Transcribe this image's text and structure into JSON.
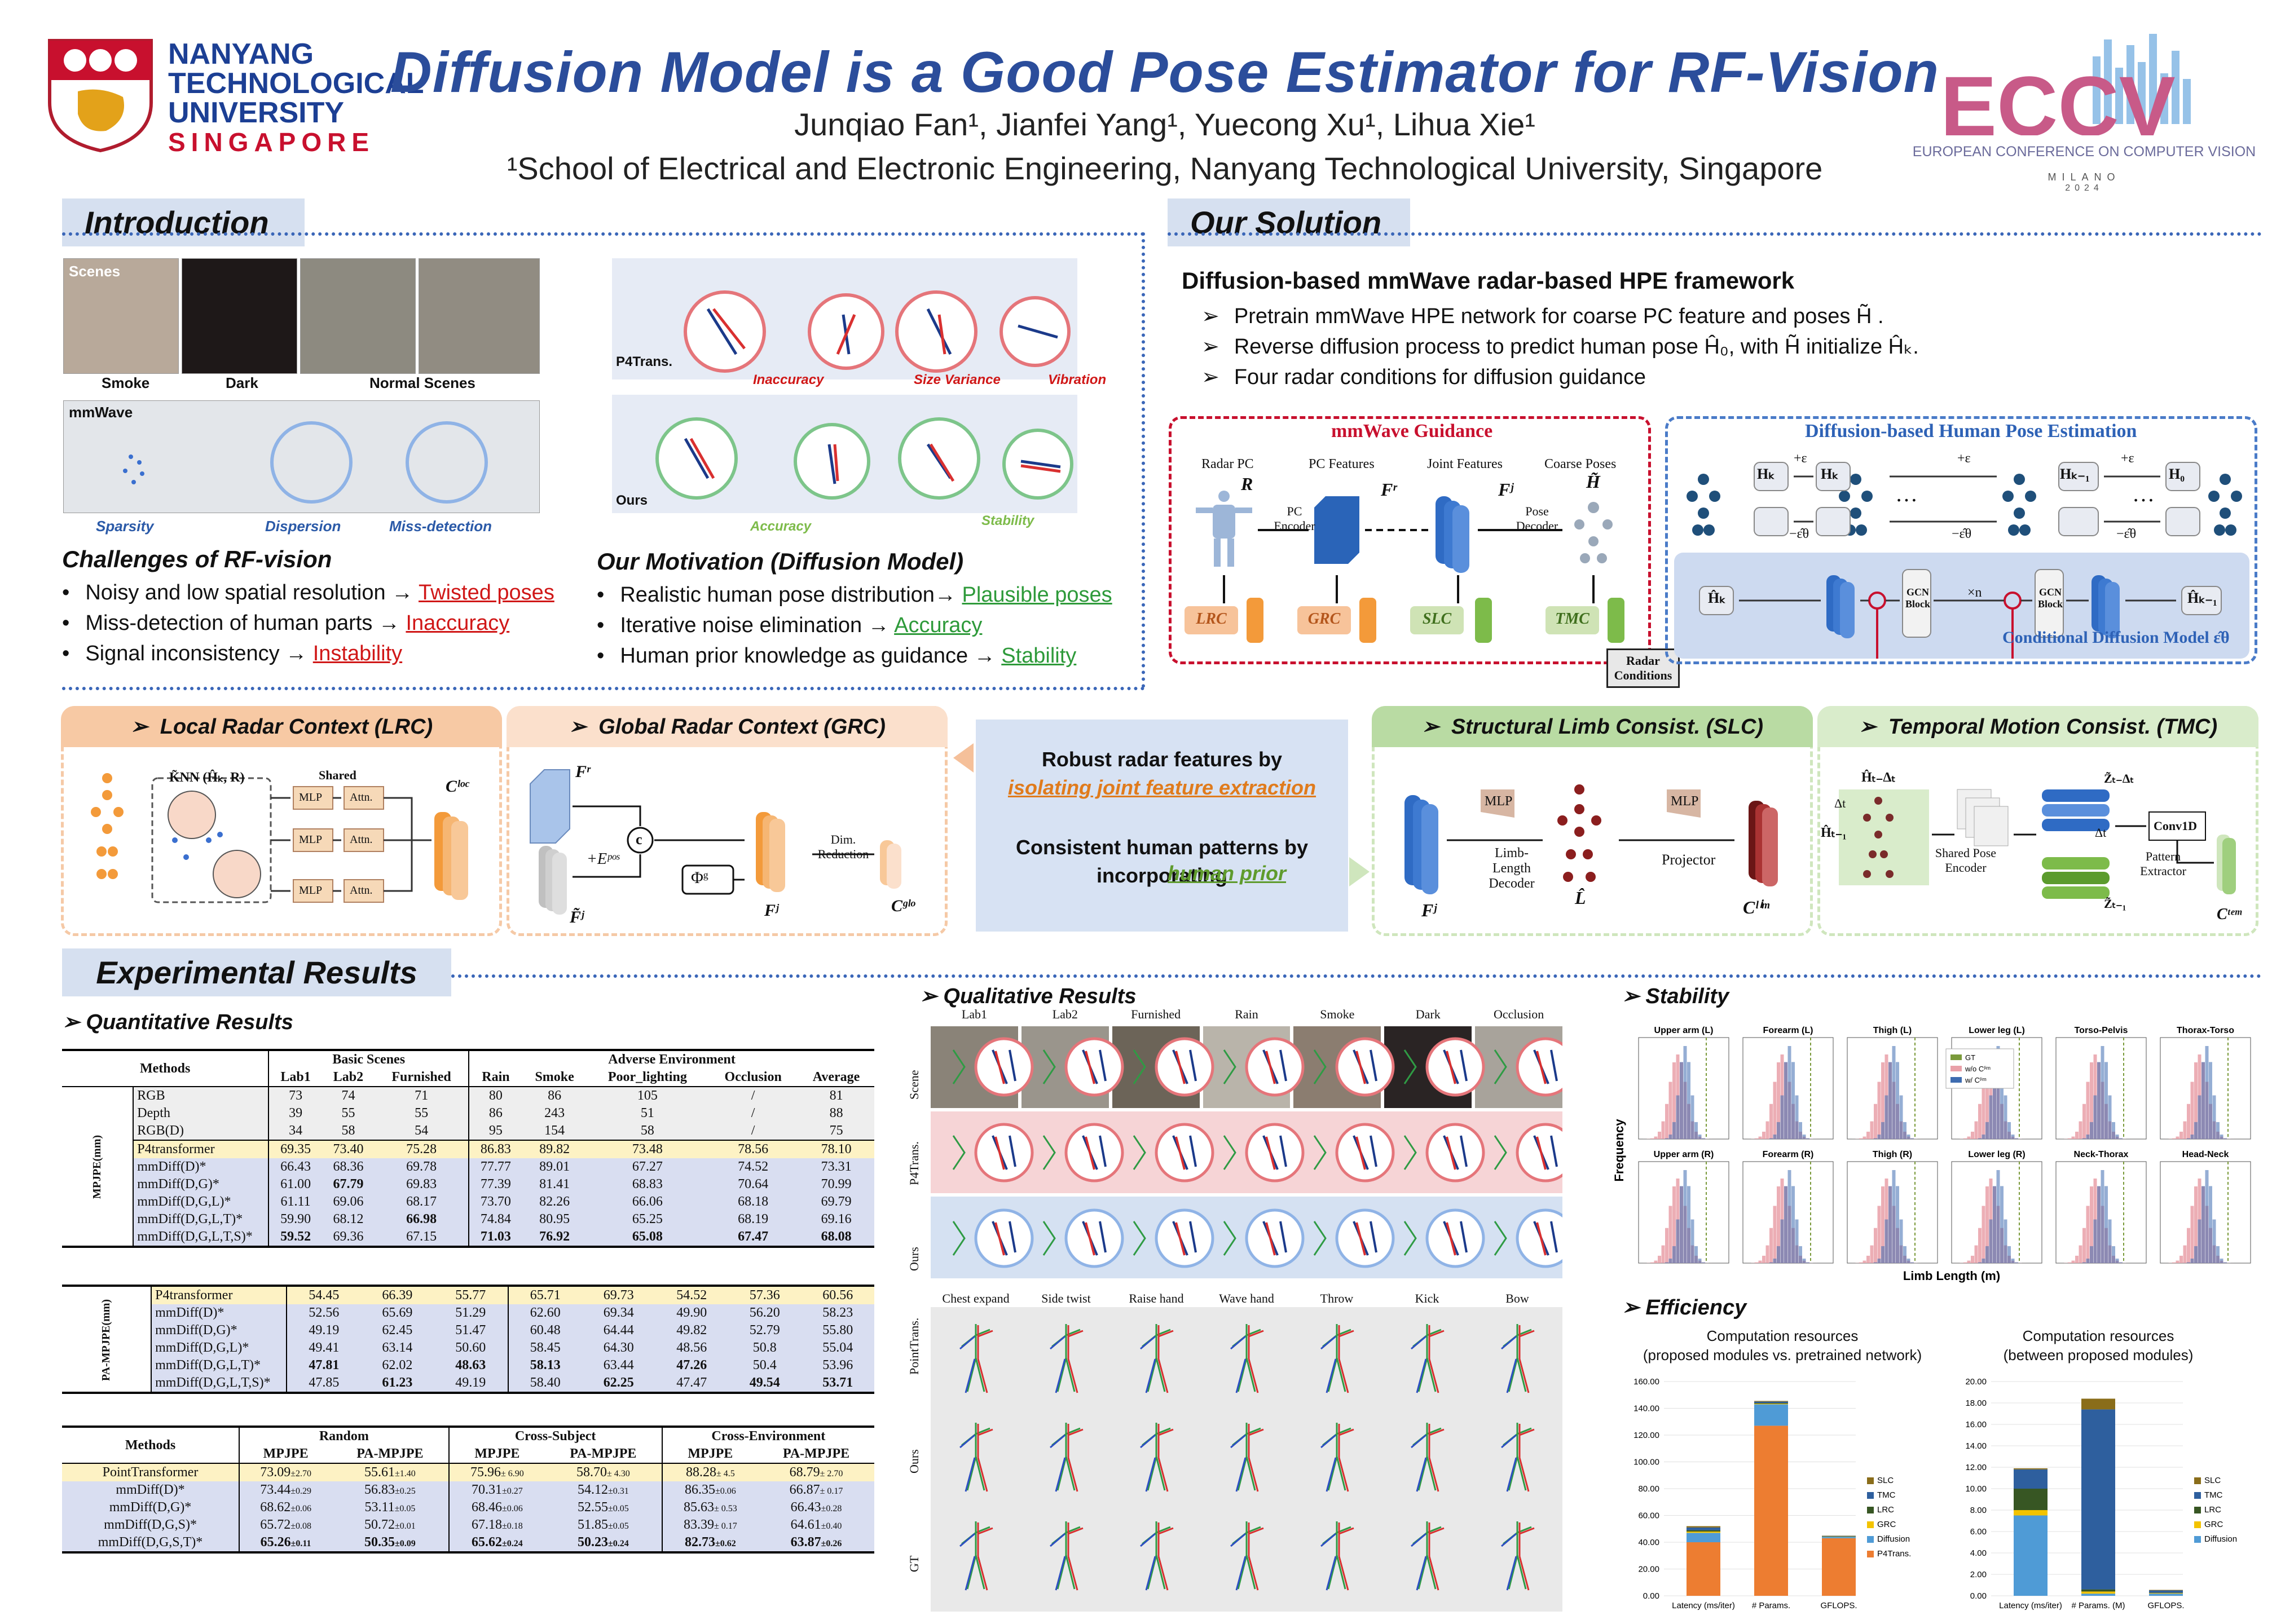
{
  "header": {
    "title": "Diffusion Model is a Good Pose Estimator for RF-Vision",
    "authors": "Junqiao Fan¹,  Jianfei Yang¹, Yuecong Xu¹, Lihua Xie¹",
    "affiliation": "¹School of Electrical and Electronic Engineering,  Nanyang Technological University,  Singapore",
    "ntu": [
      "NANYANG",
      "TECHNOLOGICAL",
      "UNIVERSITY",
      "SINGAPORE"
    ],
    "eccv": {
      "name": "EUROPEAN CONFERENCE ON COMPUTER VISION",
      "city": "MILANO",
      "year": "2024"
    }
  },
  "intro": {
    "title": "Introduction",
    "scene_labels": [
      "Scenes",
      "Smoke",
      "Dark",
      "Normal Scenes"
    ],
    "mmwave_labels": [
      "mmWave",
      "Sparsity",
      "Dispersion",
      "Miss-detection"
    ],
    "vis_labels": [
      "P4Trans.",
      "Ours",
      "Inaccuracy",
      "Size Variance",
      "Vibration",
      "Accuracy",
      "Stability"
    ],
    "challenges_title": "Challenges of RF-vision",
    "challenges": [
      {
        "text": "Noisy and low spatial resolution → ",
        "hl": "Twisted poses"
      },
      {
        "text": "Miss-detection of human parts → ",
        "hl": "Inaccuracy"
      },
      {
        "text": "Signal inconsistency → ",
        "hl": "Instability"
      }
    ],
    "motivation_title": "Our Motivation (Diffusion Model)",
    "motivation": [
      {
        "text": "Realistic human pose distribution→ ",
        "hl": "Plausible poses"
      },
      {
        "text": "Iterative noise elimination → ",
        "hl": "Accuracy"
      },
      {
        "text": "Human prior knowledge as guidance → ",
        "hl": "Stability"
      }
    ]
  },
  "solution": {
    "title": "Our Solution",
    "subtitle": "Diffusion-based mmWave radar-based HPE framework",
    "bullets": [
      "Pretrain mmWave HPE network for coarse PC feature and poses H̃ .",
      "Reverse diffusion process to predict human pose Ĥ₀, with H̃ initialize Ĥₖ.",
      "Four radar conditions for diffusion guidance"
    ],
    "guidance": {
      "title": "mmWave Guidance",
      "items": [
        "Radar PC",
        "PC Features",
        "Joint Features",
        "Coarse Poses"
      ],
      "syms": [
        "R",
        "Fʳ",
        "Fʲ",
        "H̃"
      ],
      "encoder": "PC Encoder",
      "decoder": "Pose Decoder",
      "conds": [
        "LRC",
        "GRC",
        "SLC",
        "TMC"
      ],
      "radar_conditions": "Radar Conditions"
    },
    "diffusion": {
      "title": "Diffusion-based Human Pose Estimation",
      "states": [
        "Hₖ",
        "Hₖ",
        "Hₖ₋₁",
        "H₀"
      ],
      "plus": "+ε",
      "minus": "−ε̂θ",
      "gcn": "GCN Block",
      "xn": "×n",
      "cond_model": "Conditional Diffusion Model ε̂θ",
      "in": "Ĥₖ",
      "out": "Ĥₖ₋₁",
      "ellipsis": "…"
    }
  },
  "modules": {
    "lrc": "Local Radar Context (LRC)",
    "grc": "Global Radar Context (GRC)",
    "slc": "Structural Limb Consist. (SLC)",
    "tmc": "Temporal Motion Consist. (TMC)",
    "center1": "Robust radar features by",
    "center1_hl": "isolating joint feature extraction",
    "center2": "Consistent human patterns by incorporating",
    "center2_hl": "human prior",
    "lrc_labels": {
      "knn": "K̃NN (Ĥₖ, R)",
      "shared": "Shared",
      "mlp": "MLP",
      "attn": "Attn.",
      "out": "Cˡᵒᶜ",
      "dots": "..."
    },
    "grc_labels": {
      "fr": "Fʳ",
      "fj": "F̃ʲ",
      "epos": "+Eᵖᵒˢ",
      "c": "c",
      "phi": "Φᵍ",
      "fj2": "Fʲ",
      "dim": "Dim. Reduction",
      "out": "Cᵍˡᵒ"
    },
    "slc_labels": {
      "fj": "Fʲ",
      "mlp": "MLP",
      "decoder": "Limb-Length Decoder",
      "l": "L̂",
      "projector": "Projector",
      "out": "Cˡⁱᵐ"
    },
    "tmc_labels": {
      "h1": "Ĥₜ₋Δₜ",
      "h2": "Ĥₜ₋₁",
      "dt": "Δt",
      "shared": "Shared Pose Encoder",
      "z1": "Z̃ₜ₋Δₜ",
      "z2": "Z̃ₜ₋₁",
      "conv": "Conv1D",
      "pattern": "Pattern Extractor",
      "out": "Cᵗᵉᵐ"
    }
  },
  "results": {
    "title": "Experimental Results",
    "quant_title": "Quantitative Results",
    "qual_title": "Qualitative Results",
    "stab_title": "Stability",
    "eff_title": "Efficiency",
    "t1": {
      "methods": "Methods",
      "basic": "Basic Scenes",
      "adverse": "Adverse Environment",
      "cols": [
        "Lab1",
        "Lab2",
        "Furnished",
        "Rain",
        "Smoke",
        "Poor_lighting",
        "Occlusion",
        "Average"
      ],
      "mpjpe": "MPJPE(mm)",
      "pa": "PA-MPJPE(mm)",
      "rows1": [
        [
          "RGB",
          "73",
          "74",
          "71",
          "80",
          "86",
          "105",
          "/",
          "81"
        ],
        [
          "Depth",
          "39",
          "55",
          "55",
          "86",
          "243",
          "51",
          "/",
          "88"
        ],
        [
          "RGB(D)",
          "34",
          "58",
          "54",
          "95",
          "154",
          "58",
          "/",
          "75"
        ],
        [
          "P4transformer",
          "69.35",
          "73.40",
          "75.28",
          "86.83",
          "89.82",
          "73.48",
          "78.56",
          "78.10"
        ],
        [
          "mmDiff(D)*",
          "66.43",
          "68.36",
          "69.78",
          "77.77",
          "89.01",
          "67.27",
          "74.52",
          "73.31"
        ],
        [
          "mmDiff(D,G)*",
          "61.00",
          "67.79",
          "69.83",
          "77.39",
          "81.41",
          "68.83",
          "70.64",
          "70.99"
        ],
        [
          "mmDiff(D,G,L)*",
          "61.11",
          "69.06",
          "68.17",
          "73.70",
          "82.26",
          "66.06",
          "68.18",
          "69.79"
        ],
        [
          "mmDiff(D,G,L,T)*",
          "59.90",
          "68.12",
          "66.98",
          "74.84",
          "80.95",
          "65.25",
          "68.19",
          "69.16"
        ],
        [
          "mmDiff(D,G,L,T,S)*",
          "59.52",
          "69.36",
          "67.15",
          "71.03",
          "76.92",
          "65.08",
          "67.47",
          "68.08"
        ]
      ],
      "rows2": [
        [
          "P4transformer",
          "54.45",
          "66.39",
          "55.77",
          "65.71",
          "69.73",
          "54.52",
          "57.36",
          "60.56"
        ],
        [
          "mmDiff(D)*",
          "52.56",
          "65.69",
          "51.29",
          "62.60",
          "69.34",
          "49.90",
          "56.20",
          "58.23"
        ],
        [
          "mmDiff(D,G)*",
          "49.19",
          "62.45",
          "51.47",
          "60.48",
          "64.44",
          "49.82",
          "52.79",
          "55.80"
        ],
        [
          "mmDiff(D,G,L)*",
          "49.41",
          "63.14",
          "50.60",
          "58.45",
          "64.30",
          "48.56",
          "50.8",
          "55.04"
        ],
        [
          "mmDiff(D,G,L,T)*",
          "47.81",
          "62.02",
          "48.63",
          "58.13",
          "63.44",
          "47.26",
          "50.4",
          "53.96"
        ],
        [
          "mmDiff(D,G,L,T,S)*",
          "47.85",
          "61.23",
          "49.19",
          "58.40",
          "62.25",
          "47.47",
          "49.54",
          "53.71"
        ]
      ]
    },
    "t2": {
      "methods": "Methods",
      "groups": [
        "Random",
        "Cross-Subject",
        "Cross-Environment"
      ],
      "sub": [
        "MPJPE",
        "PA-MPJPE"
      ],
      "rows": [
        [
          "PointTransformer",
          "73.09",
          "±2.70",
          "55.61",
          "±1.40",
          "75.96",
          "± 6.90",
          "58.70",
          "± 4.30",
          "88.28",
          "± 4.5",
          "68.79",
          "± 2.70"
        ],
        [
          "mmDiff(D)*",
          "73.44",
          "±0.29",
          "56.83",
          "±0.25",
          "70.31",
          "±0.27",
          "54.12",
          "±0.31",
          "86.35",
          "±0.06",
          "66.87",
          "± 0.17"
        ],
        [
          "mmDiff(D,G)*",
          "68.62",
          "±0.06",
          "53.11",
          "±0.05",
          "68.46",
          "±0.06",
          "52.55",
          "±0.05",
          "85.63",
          "± 0.53",
          "66.43",
          "±0.28"
        ],
        [
          "mmDiff(D,G,S)*",
          "65.72",
          "±0.08",
          "50.72",
          "±0.01",
          "67.18",
          "±0.18",
          "51.85",
          "±0.05",
          "83.39",
          "± 0.17",
          "64.61",
          "±0.40"
        ],
        [
          "mmDiff(D,G,S,T)*",
          "65.26",
          "±0.11",
          "50.35",
          "±0.09",
          "65.62",
          "±0.24",
          "50.23",
          "±0.24",
          "82.73",
          "±0.62",
          "63.87",
          "±0.26"
        ]
      ]
    },
    "qual": {
      "scenes": [
        "Lab1",
        "Lab2",
        "Furnished",
        "Rain",
        "Smoke",
        "Dark",
        "Occlusion"
      ],
      "rows": [
        "Scene",
        "P4Trans.",
        "Ours"
      ],
      "actions": [
        "Chest expand",
        "Side twist",
        "Raise hand",
        "Wave hand",
        "Throw",
        "Kick",
        "Bow"
      ],
      "rows2": [
        "PointTrans.",
        "Ours",
        "GT"
      ]
    },
    "stability": {
      "top": [
        "Upper arm (L)",
        "Forearm (L)",
        "Thigh (L)",
        "Lower leg (L)",
        "Torso-Pelvis",
        "Thorax-Torso"
      ],
      "bottom": [
        "Upper arm (R)",
        "Forearm (R)",
        "Thigh (R)",
        "Lower leg (R)",
        "Neck-Thorax",
        "Head-Neck"
      ],
      "ylabel": "Frequency",
      "xlabel": "Limb Length (m)",
      "legend": [
        "GT",
        "w/o Cˡⁱᵐ",
        "w/ Cˡⁱᵐ"
      ]
    },
    "efficiency": {
      "c1_title": [
        "Computation resources",
        "(proposed modules vs. pretrained network)"
      ],
      "c2_title": [
        "Computation resources",
        "(between proposed modules)"
      ],
      "c1_legend": [
        "SLC",
        "TMC",
        "LRC",
        "GRC",
        "Diffusion",
        "P4Trans."
      ],
      "c2_legend": [
        "SLC",
        "TMC",
        "LRC",
        "GRC",
        "Diffusion"
      ]
    }
  },
  "chart_data": [
    {
      "type": "bar",
      "title": "Computation resources (proposed modules vs. pretrained network)",
      "categories": [
        "Latency (ms/iter)",
        "# Params.",
        "GFLOPS."
      ],
      "ylim": [
        0,
        160
      ],
      "yticks": [
        "0.00",
        "20.00",
        "40.00",
        "60.00",
        "80.00",
        "100.00",
        "120.00",
        "140.00",
        "160.00"
      ],
      "stacked": true,
      "series": [
        {
          "name": "P4Trans.",
          "values": [
            40,
            127,
            43
          ]
        },
        {
          "name": "Diffusion",
          "values": [
            7,
            16,
            1
          ]
        },
        {
          "name": "GRC",
          "values": [
            1,
            0.5,
            0.2
          ]
        },
        {
          "name": "LRC",
          "values": [
            1,
            0.5,
            0.2
          ]
        },
        {
          "name": "TMC",
          "values": [
            2,
            1,
            0.3
          ]
        },
        {
          "name": "SLC",
          "values": [
            1,
            0.5,
            0.2
          ]
        }
      ],
      "colors": [
        "#ed7d31",
        "#4f9bd6",
        "#f3c300",
        "#375623",
        "#2e5f9e",
        "#8a6d1a"
      ]
    },
    {
      "type": "bar",
      "title": "Computation resources (between proposed modules)",
      "categories": [
        "Latency (ms/iter)",
        "# Params. (M)",
        "GFLOPS."
      ],
      "ylim": [
        0,
        20
      ],
      "yticks": [
        "0.00",
        "2.00",
        "4.00",
        "6.00",
        "8.00",
        "10.00",
        "12.00",
        "14.00",
        "16.00",
        "18.00",
        "20.00"
      ],
      "stacked": true,
      "series": [
        {
          "name": "Diffusion",
          "values": [
            7.5,
            0.2,
            0.2
          ]
        },
        {
          "name": "GRC",
          "values": [
            0.5,
            0.2,
            0.05
          ]
        },
        {
          "name": "LRC",
          "values": [
            2,
            0.2,
            0.05
          ]
        },
        {
          "name": "TMC",
          "values": [
            1.8,
            16.8,
            0.2
          ]
        },
        {
          "name": "SLC",
          "values": [
            0.1,
            1,
            0.05
          ]
        }
      ],
      "colors": [
        "#4f9bd6",
        "#f3c300",
        "#375623",
        "#2e5f9e",
        "#8a6d1a"
      ]
    }
  ]
}
